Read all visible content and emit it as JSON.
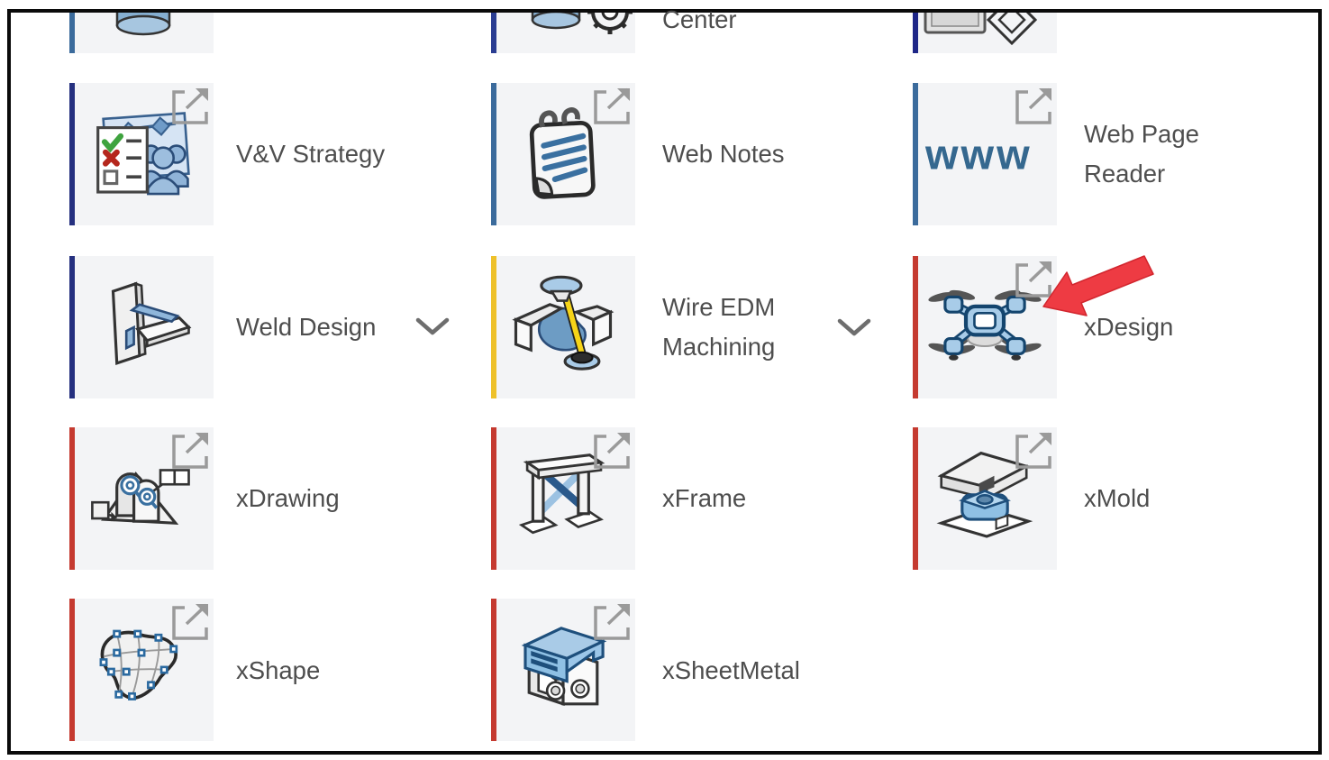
{
  "page": {
    "background": "#ffffff",
    "frame_border_color": "#0b0b0b",
    "tile_background": "#f3f4f6",
    "label_color": "#4e4e4e"
  },
  "accent_colors": {
    "navy": "#25307f",
    "steel_blue": "#3b6b9c",
    "yellow": "#eec12a",
    "red": "#c53a30"
  },
  "annotation": {
    "arrow_color": "#ee3b43",
    "arrow_points_at": "xDesign tile"
  },
  "icons_legend": {
    "external_link": "open-in-new-arrow",
    "chevron": "chevron-down"
  },
  "tiles": [
    {
      "id": "partial-top-left",
      "label": "",
      "accent": "#3b6b9c",
      "icon": "cylinder-icon",
      "partial": true
    },
    {
      "id": "partial-top-center",
      "label": "Center",
      "accent": "#2a3d92",
      "icon": "cylinder-gear-icon",
      "partial": true
    },
    {
      "id": "partial-top-right",
      "label": "",
      "accent": "#1e2687",
      "icon": "document-diamond-icon",
      "partial": true
    },
    {
      "id": "vv-strategy",
      "label": "V&V Strategy",
      "accent": "#25307f",
      "icon": "checklist-people-icon",
      "external": true
    },
    {
      "id": "web-notes",
      "label": "Web Notes",
      "accent": "#3b6b9c",
      "icon": "notepad-icon",
      "external": true
    },
    {
      "id": "web-page-reader",
      "label": "Web Page",
      "label2": "Reader",
      "accent": "#3b6b9c",
      "icon": "www-text-icon",
      "icon_text": "www",
      "external": true
    },
    {
      "id": "weld-design",
      "label": "Weld Design",
      "accent": "#25307f",
      "icon": "weld-joint-icon",
      "chevron": true
    },
    {
      "id": "wire-edm-machining",
      "label": "Wire EDM",
      "label2": "Machining",
      "accent": "#eec12a",
      "icon": "wire-edm-icon",
      "chevron": true
    },
    {
      "id": "xdesign",
      "label": "xDesign",
      "accent": "#c53a30",
      "icon": "drone-icon",
      "external": true
    },
    {
      "id": "xdrawing",
      "label": "xDrawing",
      "accent": "#c53a30",
      "icon": "drawing-callouts-icon",
      "external": true
    },
    {
      "id": "xframe",
      "label": "xFrame",
      "accent": "#c53a30",
      "icon": "structural-frame-icon",
      "external": true
    },
    {
      "id": "xmold",
      "label": "xMold",
      "accent": "#c53a30",
      "icon": "mold-halves-icon",
      "external": true
    },
    {
      "id": "xshape",
      "label": "xShape",
      "accent": "#c53a30",
      "icon": "freeform-surface-icon",
      "external": true
    },
    {
      "id": "xsheetmetal",
      "label": "xSheetMetal",
      "accent": "#c53a30",
      "icon": "sheetmetal-bracket-icon",
      "external": true
    }
  ]
}
